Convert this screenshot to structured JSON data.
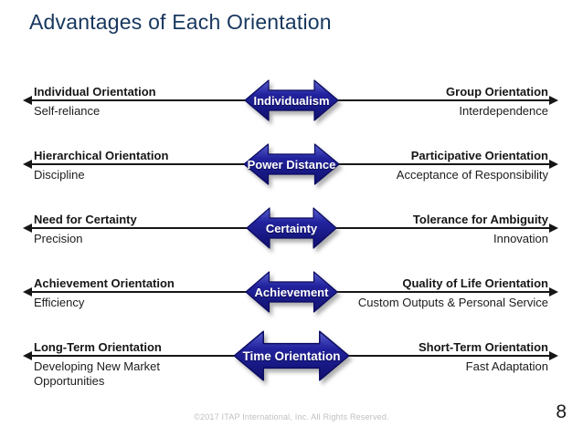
{
  "slide": {
    "title": "Advantages of Each Orientation",
    "footer": "©2017 ITAP International, Inc.  All Rights Reserved.",
    "page_number": "8",
    "colors": {
      "title_blue": "#17375E",
      "arrow_navy_top": "#5a60cf",
      "arrow_navy_mid": "#22229e",
      "arrow_navy_bottom": "#10106e",
      "line_black": "#161616",
      "footer_gray": "#BFBFBF"
    }
  },
  "rows": [
    {
      "center_label": "Individualism",
      "left": {
        "title": "Individual Orientation",
        "subtitle": "Self-reliance"
      },
      "right": {
        "title": "Group Orientation",
        "subtitle": "Interdependence"
      }
    },
    {
      "center_label": "Power Distance",
      "left": {
        "title": "Hierarchical Orientation",
        "subtitle": "Discipline"
      },
      "right": {
        "title": "Participative Orientation",
        "subtitle": "Acceptance of Responsibility"
      }
    },
    {
      "center_label": "Certainty",
      "left": {
        "title": "Need for Certainty",
        "subtitle": "Precision"
      },
      "right": {
        "title": "Tolerance for Ambiguity",
        "subtitle": "Innovation"
      }
    },
    {
      "center_label": "Achievement",
      "left": {
        "title": "Achievement Orientation",
        "subtitle": "Efficiency"
      },
      "right": {
        "title": "Quality of Life Orientation",
        "subtitle": "Custom Outputs & Personal Service"
      }
    },
    {
      "center_label": "Time Orientation",
      "left": {
        "title": "Long-Term Orientation",
        "subtitle": "Developing New Market Opportunities"
      },
      "right": {
        "title": "Short-Term Orientation",
        "subtitle": "Fast Adaptation"
      }
    }
  ]
}
